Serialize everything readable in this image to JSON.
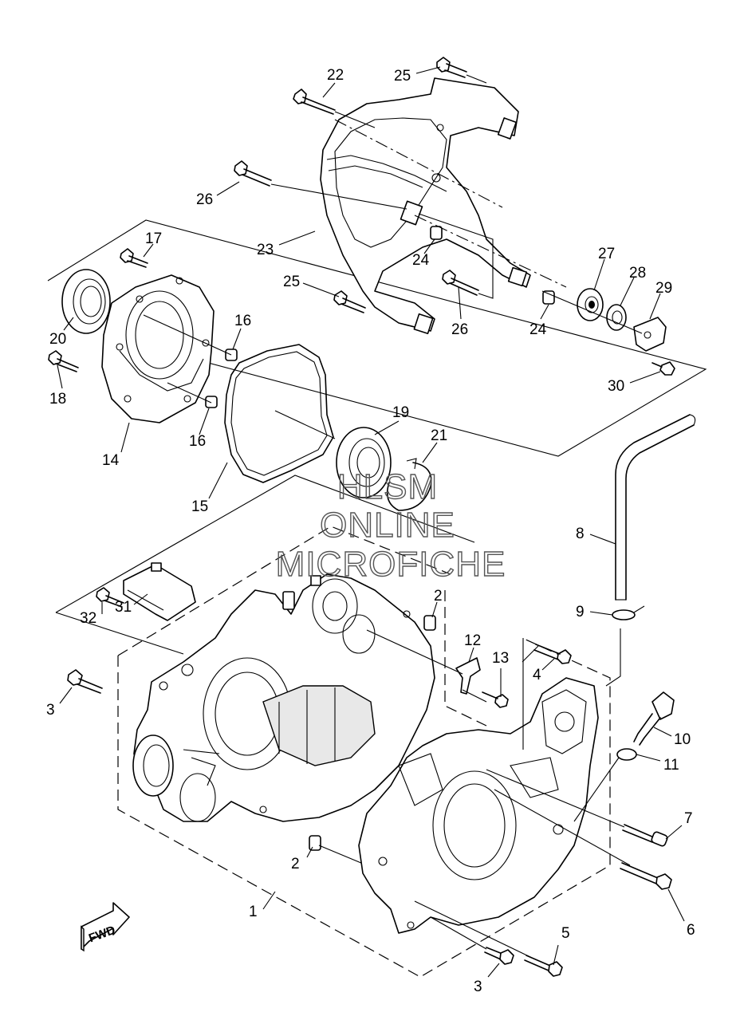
{
  "diagram": {
    "callouts": [
      "1",
      "2",
      "2",
      "3",
      "3",
      "4",
      "5",
      "6",
      "7",
      "8",
      "9",
      "10",
      "11",
      "12",
      "13",
      "14",
      "15",
      "16",
      "16",
      "17",
      "18",
      "19",
      "20",
      "21",
      "22",
      "23",
      "24",
      "24",
      "25",
      "25",
      "26",
      "26",
      "27",
      "28",
      "29",
      "30",
      "31",
      "32"
    ],
    "watermark": {
      "line1": "HLSM",
      "line2": "ONLINE",
      "line3": "MICROFICHE"
    },
    "direction_badge": "FWD"
  }
}
